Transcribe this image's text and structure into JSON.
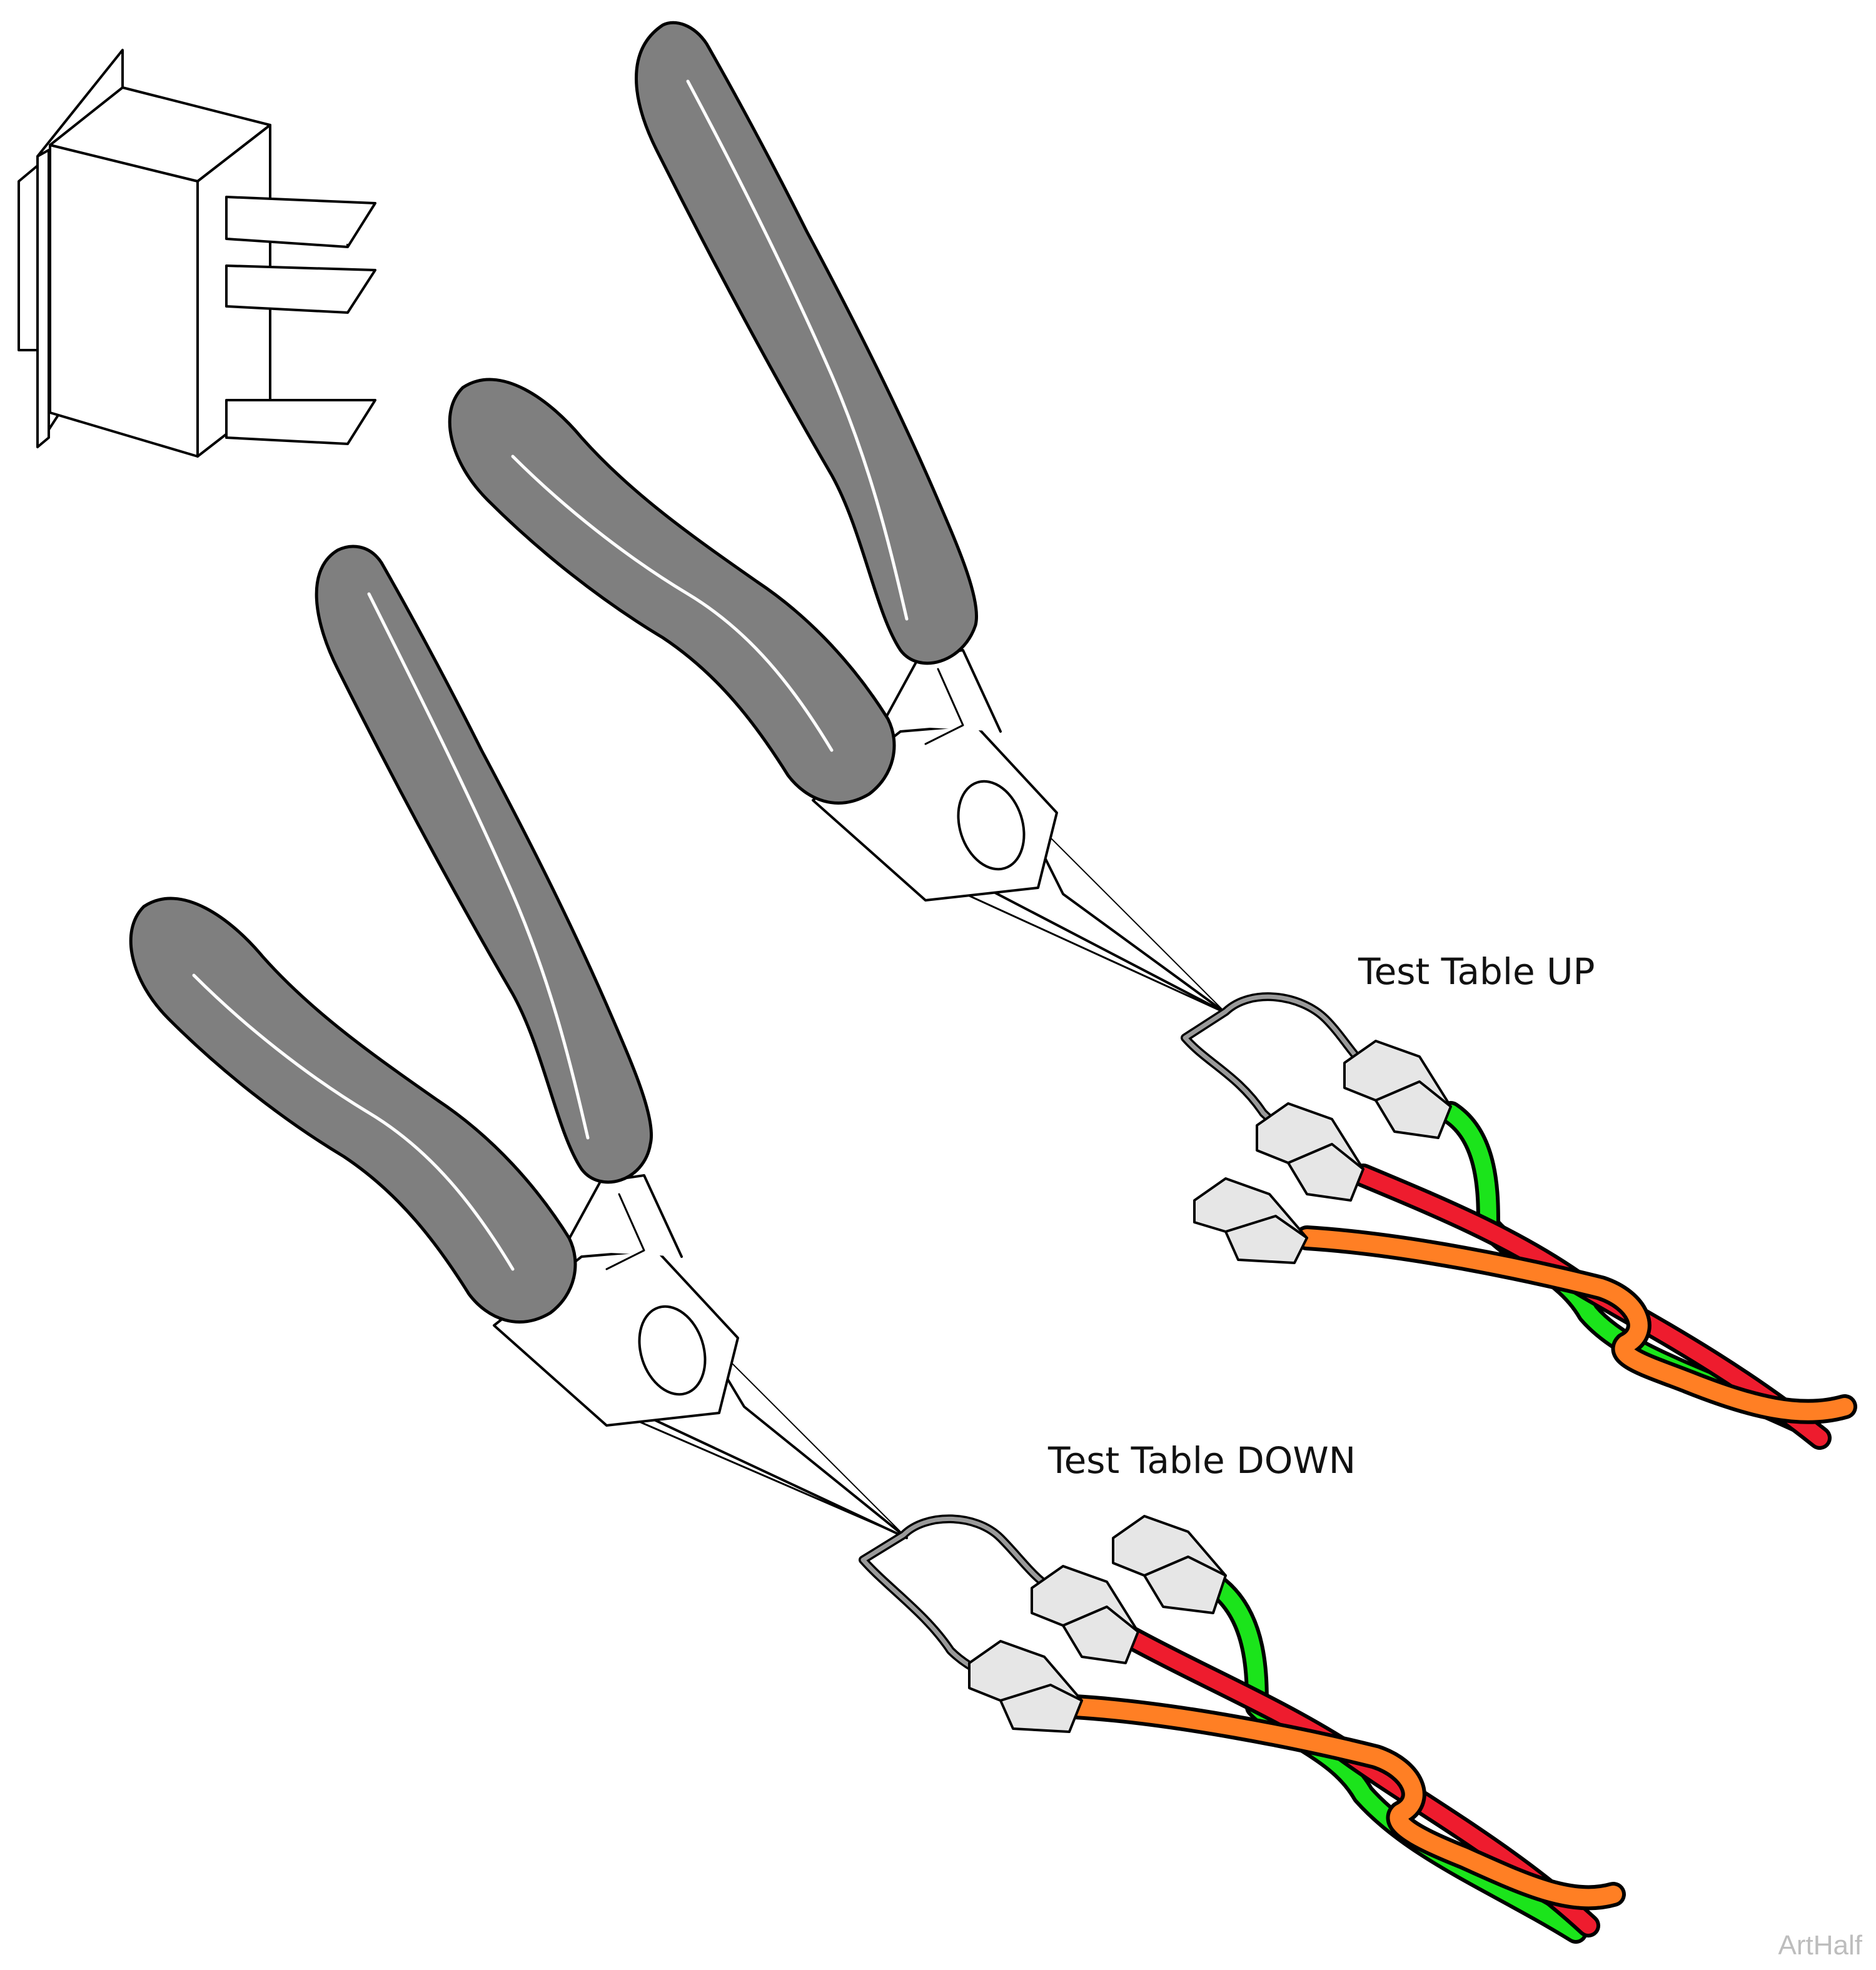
{
  "labels": {
    "test_up": "Test Table UP",
    "test_down": "Test Table DOWN"
  },
  "watermark": "ArtHalf",
  "colors": {
    "handle_grip": "#7f7f7f",
    "outline": "#000000",
    "metal": "#ffffff",
    "jumper_wire": "#9a9a9a",
    "connector": "#e6e6e6",
    "wire_green": "#1be41b",
    "wire_red": "#ee1c2e",
    "wire_orange": "#ff7f24"
  }
}
